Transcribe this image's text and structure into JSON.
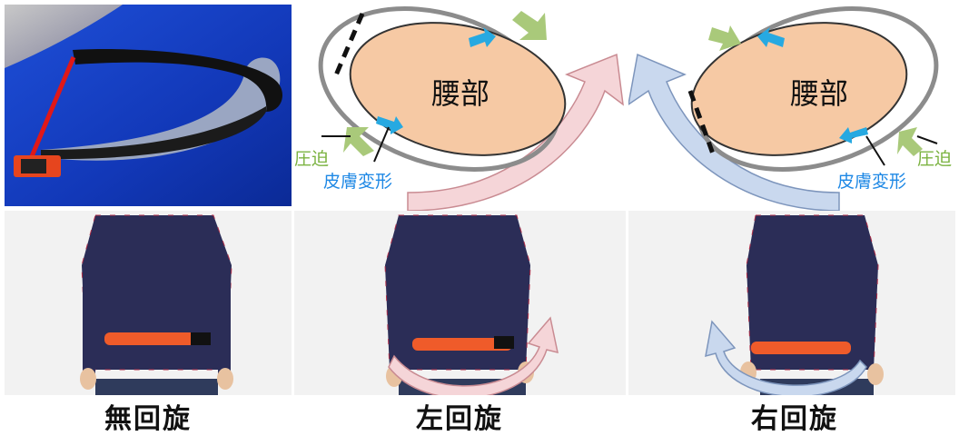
{
  "diagram_left": {
    "body_label": "腰部",
    "pressure_label": "圧迫",
    "skin_label": "皮膚変形"
  },
  "diagram_right": {
    "body_label": "腰部",
    "pressure_label": "圧迫",
    "skin_label": "皮膚変形"
  },
  "captions": {
    "no_rotation": "無回旋",
    "left_rotation": "左回旋",
    "right_rotation": "右回旋"
  },
  "colors": {
    "waist_fill": "#f6c9a4",
    "belt_ring": "#8c8c8c",
    "skin_arrow": "#27a9e1",
    "pressure_arrow": "#a9c97a",
    "pressure_text": "#7cb342",
    "skin_text": "#1e88e5",
    "left_big_arrow": "#f5d5d8",
    "right_big_arrow": "#c9d8ee"
  }
}
